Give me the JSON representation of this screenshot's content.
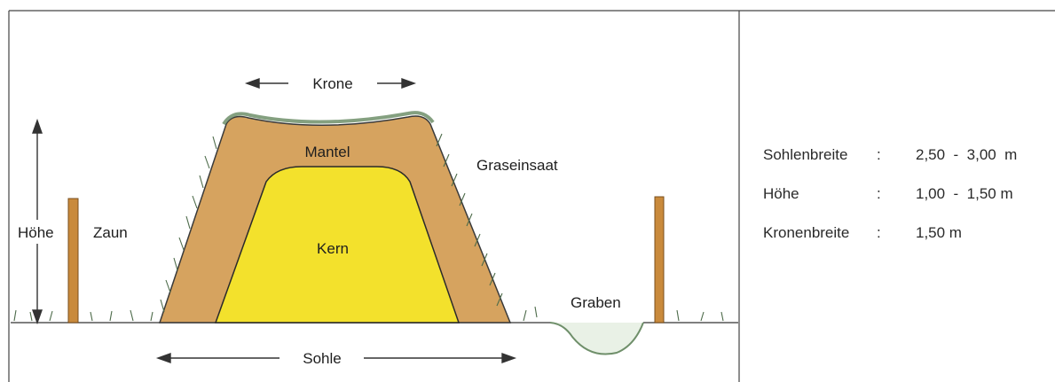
{
  "diagram": {
    "labels": {
      "crown": "Krone",
      "mantle": "Mantel",
      "core": "Kern",
      "grass_seeding": "Graseinsaat",
      "height": "Höhe",
      "fence": "Zaun",
      "ditch": "Graben",
      "base": "Sohle"
    }
  },
  "specs": [
    {
      "label": "Sohlenbreite",
      "sep": ":",
      "value": "2,50  -  3,00  m"
    },
    {
      "label": "Höhe",
      "sep": ":",
      "value": "1,00  -  1,50 m"
    },
    {
      "label": "Kronenbreite",
      "sep": ":",
      "value": "1,50 m"
    }
  ],
  "colors": {
    "mantle": "#d6a35f",
    "core": "#f3e12c",
    "grass": "#6f8f6a",
    "fence": "#c98a3c",
    "line": "#333333"
  }
}
